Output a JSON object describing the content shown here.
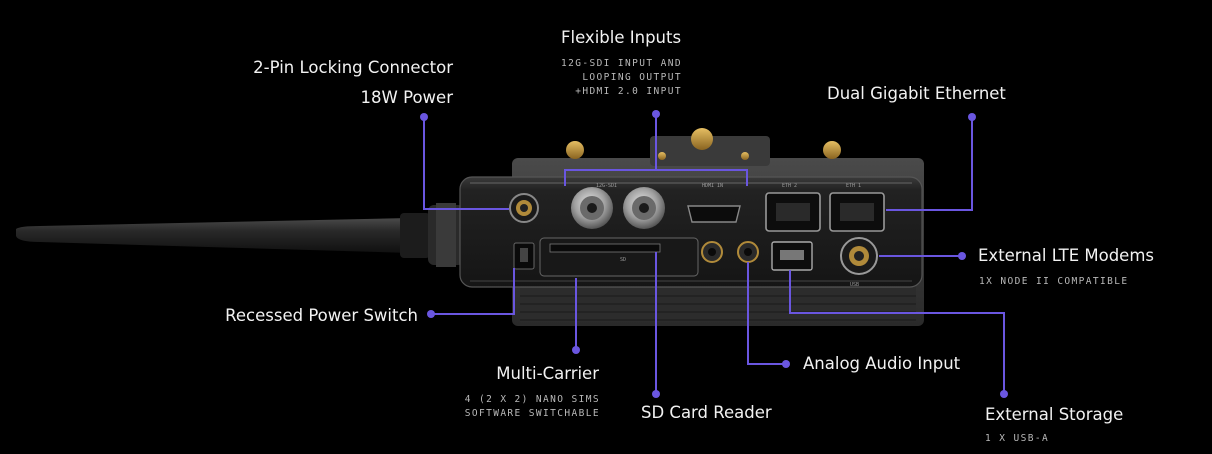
{
  "colors": {
    "background": "#000000",
    "callout": "#6a56e0",
    "label": "#f2f2f2",
    "sublabel": "#b9b9b9"
  },
  "device": {
    "port_marks": [
      "12G-SDI",
      "HDMI IN",
      "ETH 2",
      "ETH 1",
      "SD",
      "USB"
    ]
  },
  "callouts": {
    "locking_connector": {
      "title": "2-Pin Locking Connector",
      "detail": "18W Power"
    },
    "flexible_inputs": {
      "title": "Flexible Inputs",
      "detail_lines": [
        "12G-SDI INPUT AND",
        "LOOPING OUTPUT",
        "+HDMI 2.0 INPUT"
      ]
    },
    "ethernet": {
      "title": "Dual Gigabit Ethernet"
    },
    "lte_modems": {
      "title": "External LTE Modems",
      "detail": "1X NODE II COMPATIBLE"
    },
    "power_switch": {
      "title": "Recessed Power Switch"
    },
    "multi_carrier": {
      "title": "Multi-Carrier",
      "detail_lines": [
        "4 (2 X 2) NANO SIMS",
        "SOFTWARE SWITCHABLE"
      ]
    },
    "sd_card": {
      "title": "SD Card Reader"
    },
    "audio": {
      "title": "Analog Audio Input"
    },
    "storage": {
      "title": "External Storage",
      "detail": "1 X USB-A"
    }
  }
}
